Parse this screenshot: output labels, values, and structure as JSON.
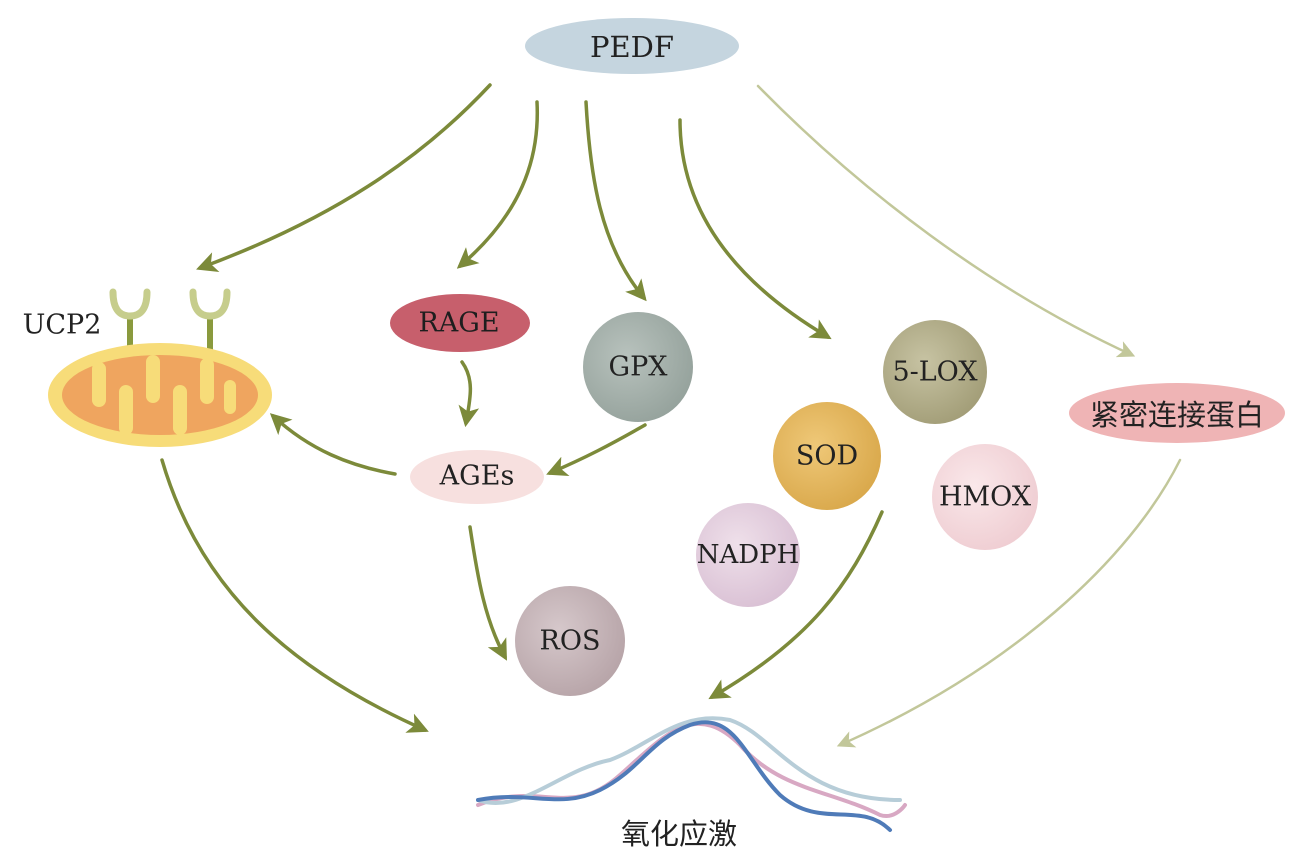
{
  "nodes": {
    "pedf": "PEDF",
    "ucp2": "UCP2",
    "rage": "RAGE",
    "gpx": "GPX",
    "ages": "AGEs",
    "ros": "ROS",
    "lox5": "5-LOX",
    "sod": "SOD",
    "hmox": "HMOX",
    "nadph": "NADPH",
    "tight_junction": "紧密连接蛋白",
    "oxidative_stress": "氧化应激"
  },
  "colors": {
    "arrow": "#7c8a3a",
    "arrow_light": "#c2c79a",
    "pedf": "#c5d5df",
    "rage": "#c75f6c",
    "gpx": "#a6b1ac",
    "ages": "#f7e0df",
    "ros": "#c8b7ba",
    "lox5": "#b7b28e",
    "sod": "#e5b85f",
    "hmox": "#f6dcdf",
    "nadph": "#e5d0e0",
    "tight_junction": "#efb4b5",
    "mito_outer": "#f7dc79",
    "mito_inner": "#efa55f"
  }
}
